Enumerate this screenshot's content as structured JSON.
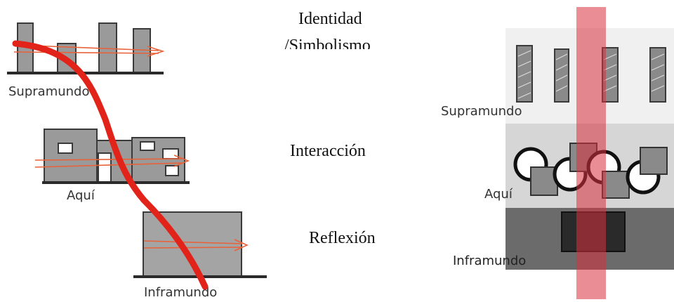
{
  "left_diagram": {
    "labels": {
      "top": "Supramundo",
      "middle": "Aquí",
      "bottom": "Inframundo"
    }
  },
  "center_labels": {
    "top": "Identidad",
    "top_line2": "/Simbolismo",
    "middle": "Interacción",
    "bottom": "Reflexión"
  },
  "right_diagram": {
    "labels": {
      "top": "Supramundo",
      "middle": "Aquí",
      "bottom": "Inframundo"
    }
  },
  "colors": {
    "red_line": "#e2231a",
    "arrow_orange": "#e8623a",
    "building_gray": "#9a9a9a",
    "ground": "#2b2b2b",
    "band_top": "#f0f0f0",
    "band_middle": "#d6d6d6",
    "band_bottom": "#6b6b6b",
    "vertical_bar": "#e8707c"
  }
}
